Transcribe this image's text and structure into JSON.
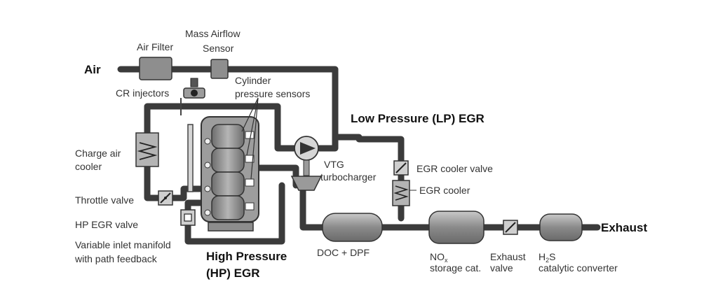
{
  "labels": {
    "air": "Air",
    "air_filter": "Air Filter",
    "mass_airflow_line1": "Mass Airflow",
    "mass_airflow_line2": "Sensor",
    "cr_injectors": "CR injectors",
    "cylinder_line1": "Cylinder",
    "cylinder_line2": "pressure sensors",
    "lp_egr": "Low Pressure (LP) EGR",
    "charge_air_line1": "Charge air",
    "charge_air_line2": "cooler",
    "vtg_line1": "VTG",
    "vtg_line2": "turbocharger",
    "egr_cooler_valve": "EGR cooler valve",
    "egr_cooler": "EGR cooler",
    "throttle_valve": "Throttle valve",
    "hp_egr_valve": "HP EGR valve",
    "variable_line1": "Variable inlet manifold",
    "variable_line2": "with path feedback",
    "hp_egr_line1": "High Pressure",
    "hp_egr_line2": "(HP) EGR",
    "doc_dpf": "DOC + DPF",
    "nox_main": "NO",
    "nox_sub": "x",
    "nox_line2": "storage cat.",
    "exhaust_valve_line1": "Exhaust",
    "exhaust_valve_line2": "valve",
    "h2s_h": "H",
    "h2s_sub": "2",
    "h2s_s": "S",
    "h2s_line2": "catalytic converter",
    "exhaust": "Exhaust"
  }
}
